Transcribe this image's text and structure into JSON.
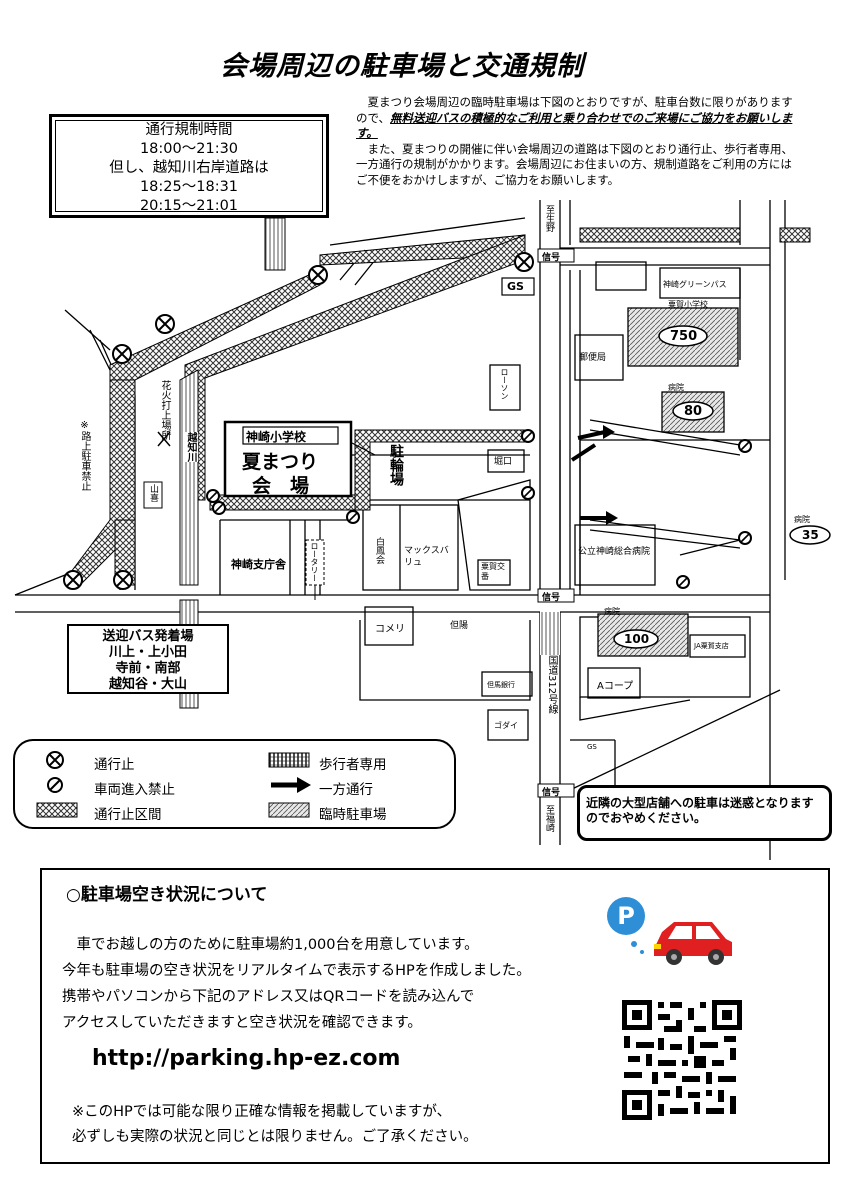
{
  "title": "会場周辺の駐車場と交通規制",
  "intro": {
    "p1_pre": "夏まつり会場周辺の臨時駐車場は下図のとおりですが、駐車台数に限りがありますので、",
    "p1_emph": "無料送迎バスの積極的なご利用と乗り合わせでのご来場にご協力をお願いします。",
    "p2": "また、夏まつりの開催に伴い会場周辺の道路は下図のとおり通行止、歩行者専用、一方通行の規制がかかります。会場周辺にお住まいの方、規制道路をご利用の方にはご不便をおかけしますが、ご協力をお願いします。"
  },
  "regulation": {
    "heading": "通行規制時間",
    "time1": "18:00～21:30",
    "note": "但し、越知川右岸道路は",
    "time2": "18:25～18:31",
    "time3": "20:15～21:01"
  },
  "map": {
    "venue_school": "神崎小学校",
    "venue_name1": "夏まつり",
    "venue_name2": "会　場",
    "bicycle": "駐輪場",
    "river": "越知川",
    "fireworks": "花火打上場所",
    "no_parking": "※路上駐車禁止",
    "yama": "山喜",
    "shisho": "神崎支庁舎",
    "rotary": "ロータリー",
    "gs_top": "GS",
    "lawson": "ローソン",
    "horiguchi": "堀口",
    "shirakawa": "白鳳会",
    "max": "マックスバリュ",
    "koban": "粟賀交番",
    "post": "郵便局",
    "green": "神崎グリーンパス",
    "awaga_school": "粟賀小学校",
    "p750": "750",
    "hospital1": "病院",
    "p80": "80",
    "hospital2": "病院",
    "p35": "35",
    "public_hospital": "公立神崎総合病院",
    "signal1": "信号",
    "signal2": "信号",
    "signal3": "信号",
    "to_ikuno": "至生野",
    "to_fukusaki": "至福崎",
    "route312": "国道312号線",
    "komeri": "コメリ",
    "tajima": "但陽",
    "tajima_bank": "但馬銀行",
    "hospital3": "病院",
    "p100": "100",
    "ja": "JA粟賀支店",
    "acoop": "Aコープ",
    "godai": "ゴダイ",
    "gs_bottom": "GS"
  },
  "bus": {
    "title": "送迎バス発着場",
    "line1": "川上・上小田",
    "line2": "寺前・南部",
    "line3": "越知谷・大山"
  },
  "legend": {
    "closed": "通行止",
    "no_entry": "車両進入禁止",
    "closed_section": "通行止区間",
    "pedestrian": "歩行者専用",
    "oneway": "一方通行",
    "temp_parking": "臨時駐車場"
  },
  "warning": "近隣の大型店舗への駐車は迷惑となりますのでおやめください。",
  "parking": {
    "heading": "○駐車場空き状況について",
    "body1": "車でお越しの方のために駐車場約1,000台を用意しています。",
    "body2": "今年も駐車場の空き状況をリアルタイムで表示するHPを作成しました。",
    "body3": "携帯やパソコンから下記のアドレス又はQRコードを読み込んで",
    "body4": "アクセスしていただきますと空き状況を確認できます。",
    "url": "http://parking.hp-ez.com",
    "note1": "※このHPでは可能な限り正確な情報を掲載していますが、",
    "note2": "必ずしも実際の状況と同じとは限りません。ご了承ください。",
    "p_letter": "P"
  }
}
